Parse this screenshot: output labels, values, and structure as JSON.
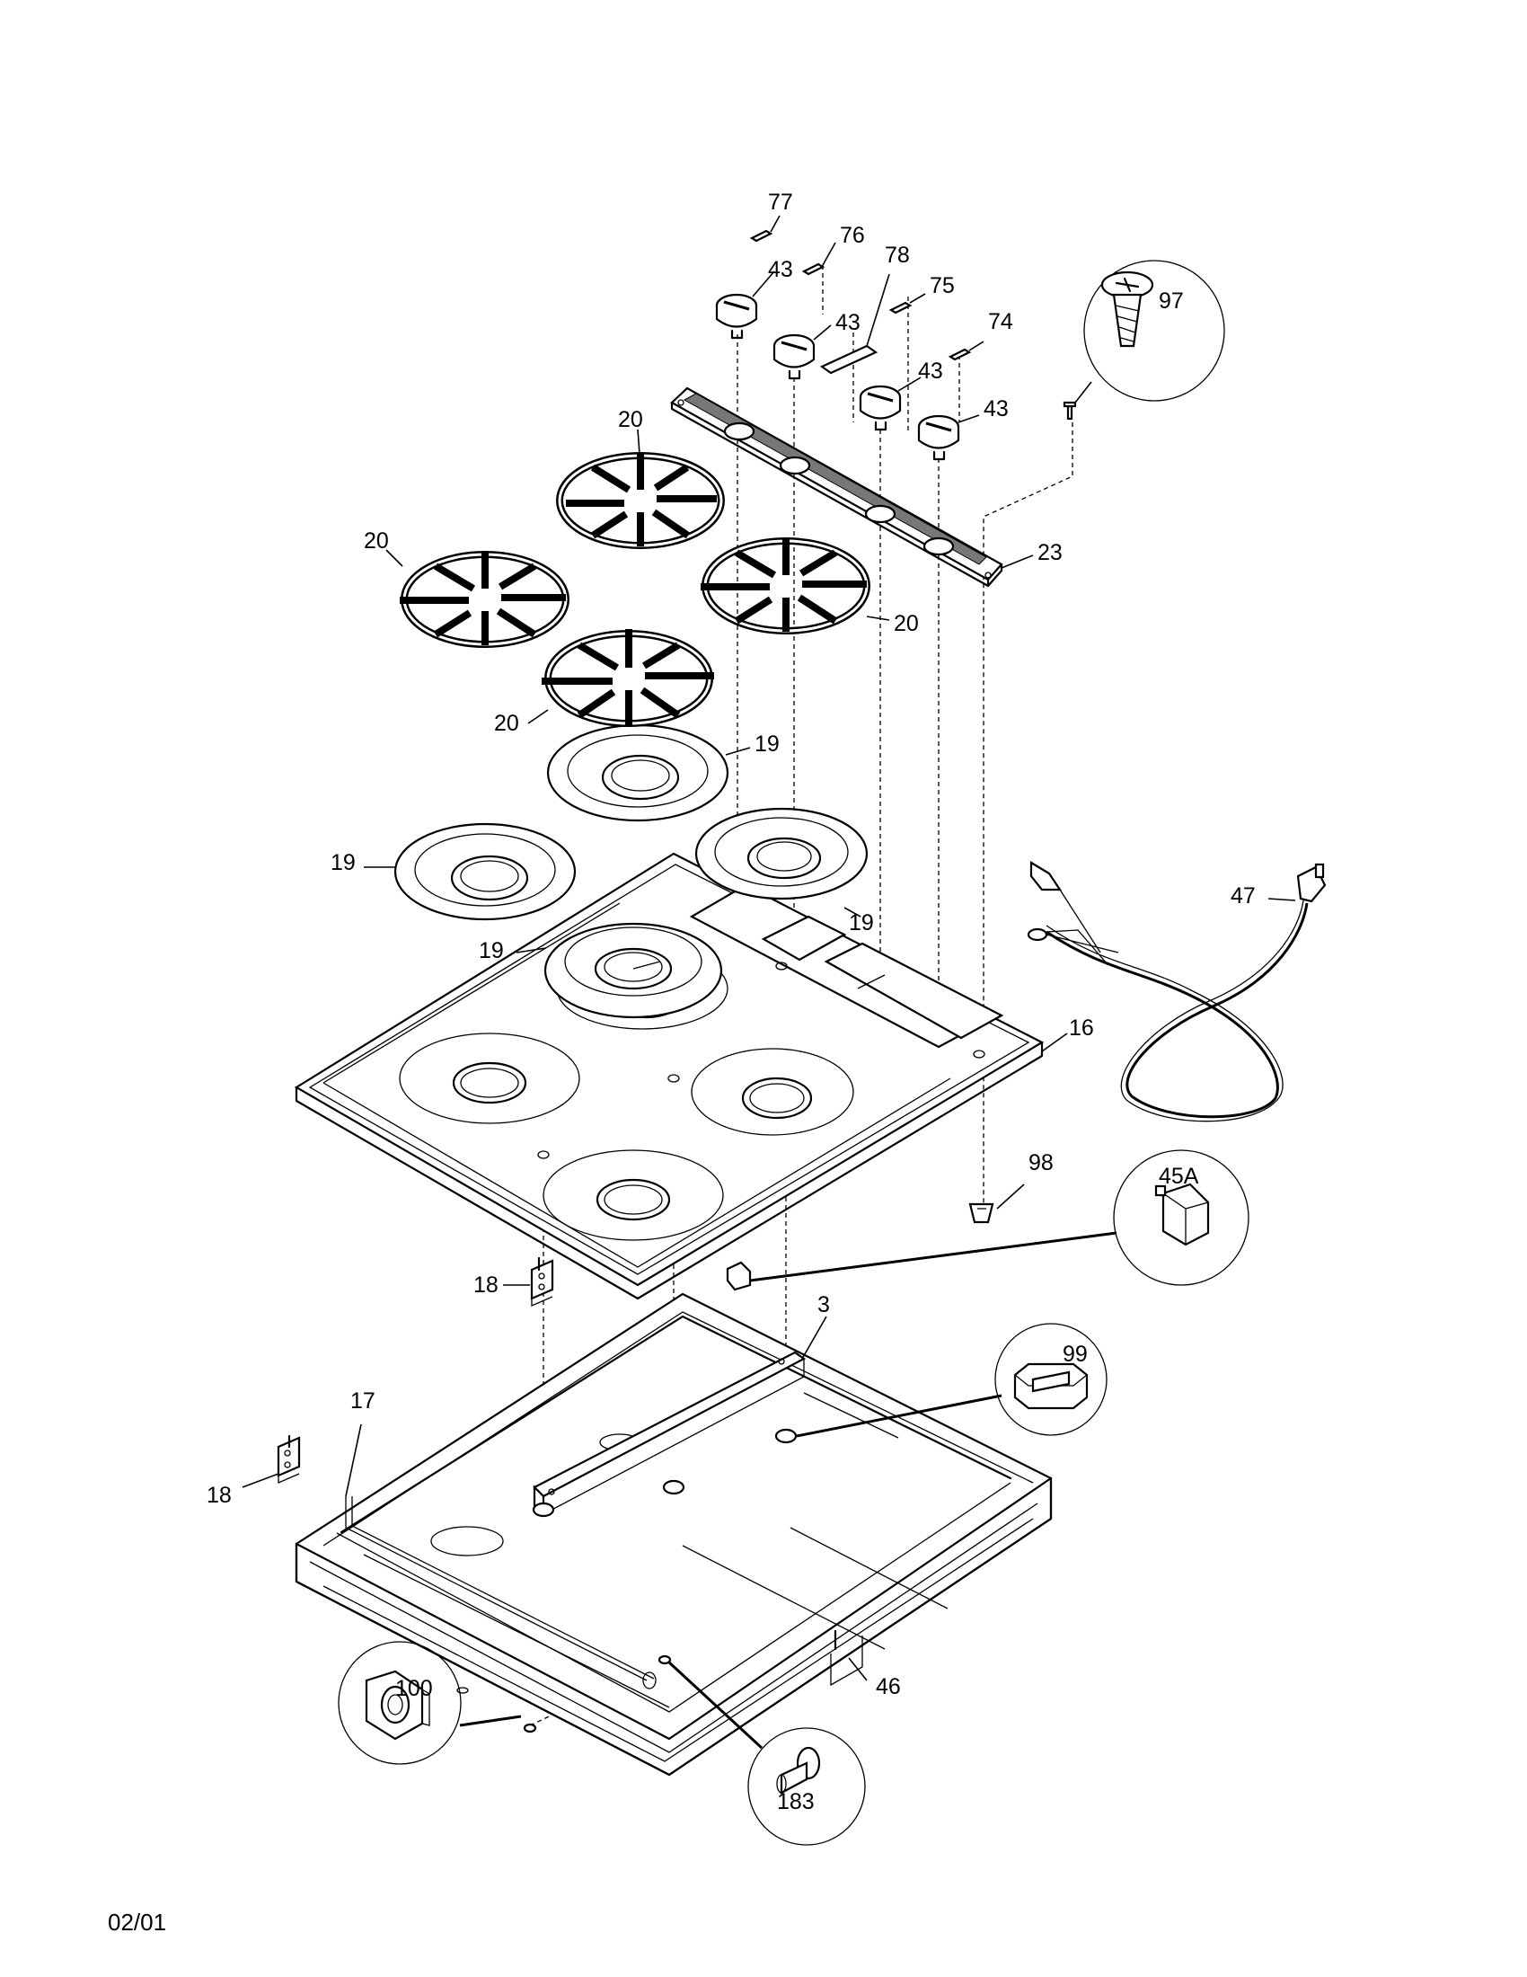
{
  "callouts": {
    "c77": "77",
    "c76": "76",
    "c78": "78",
    "c75": "75",
    "c74": "74",
    "c97": "97",
    "c43a": "43",
    "c43b": "43",
    "c43c": "43",
    "c43d": "43",
    "c20a": "20",
    "c20b": "20",
    "c20c": "20",
    "c20d": "20",
    "c23": "23",
    "c19a": "19",
    "c19b": "19",
    "c19c": "19",
    "c19d": "19",
    "c47": "47",
    "c16": "16",
    "c98": "98",
    "c45A": "45A",
    "c18a": "18",
    "c18b": "18",
    "c3": "3",
    "c99": "99",
    "c17": "17",
    "c46": "46",
    "c100": "100",
    "c183": "183"
  },
  "footer": {
    "date": "02/01"
  }
}
